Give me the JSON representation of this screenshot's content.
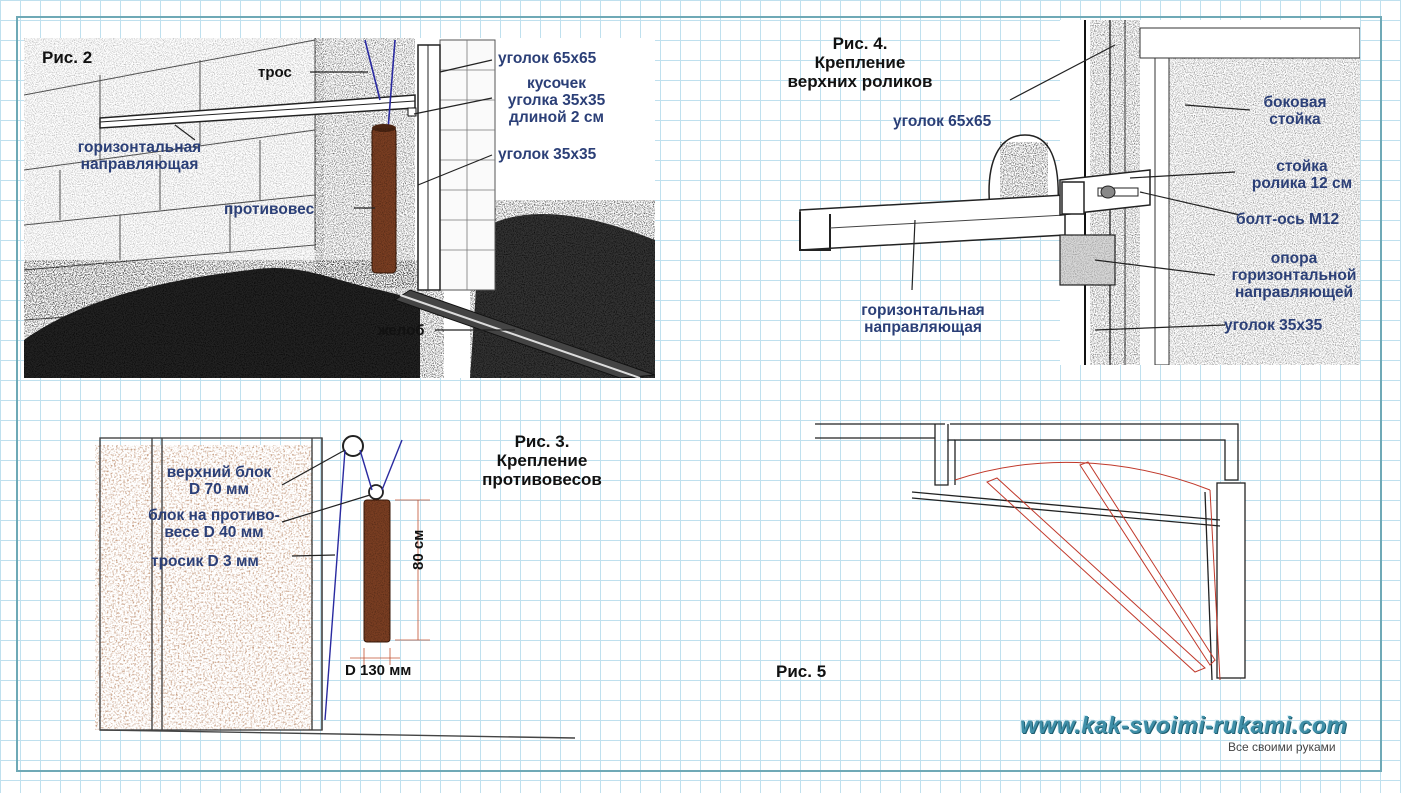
{
  "fig2": {
    "title": "Рис. 2",
    "labels": {
      "tros": "трос",
      "ugolok65": "уголок 65х65",
      "kusochek_1": "кусочек",
      "kusochek_2": "уголка 35х35",
      "kusochek_3": "длиной 2 см",
      "horiz_1": "горизонтальная",
      "horiz_2": "направляющая",
      "ugolok35": "уголок 35х35",
      "protivoves": "противовес",
      "zhelob": "желоб"
    }
  },
  "fig4": {
    "title_1": "Рис. 4.",
    "title_2": "Крепление",
    "title_3": "верхних роликов",
    "labels": {
      "ugolok65": "уголок 65х65",
      "bokovaya_1": "боковая",
      "bokovaya_2": "стойка",
      "stoyka_1": "стойка",
      "stoyka_2": "ролика 12 см",
      "bolt": "болт-ось М12",
      "opora_1": "опора",
      "opora_2": "горизонтальной",
      "opora_3": "направляющей",
      "horiz_1": "горизонтальная",
      "horiz_2": "направляющая",
      "ugolok35": "уголок 35х35"
    }
  },
  "fig3": {
    "title_1": "Рис. 3.",
    "title_2": "Крепление",
    "title_3": "противовесов",
    "labels": {
      "verh_1": "верхний блок",
      "verh_2": "D 70 мм",
      "blok_1": "блок на противо-",
      "blok_2": "весе D 40 мм",
      "trosik": "тросик D 3 мм",
      "dim_h": "80 см",
      "dim_d": "D 130 мм"
    }
  },
  "fig5": {
    "title": "Рис. 5"
  },
  "watermark": {
    "site": "www.kak-svoimi-rukami.com",
    "tagline": "Все своими руками"
  },
  "colors": {
    "label": "#2b3f77",
    "frame": "#6fa9b6",
    "grid": "#bfe0ee",
    "rust": "#7a3e22",
    "red_line": "#c0392b"
  }
}
